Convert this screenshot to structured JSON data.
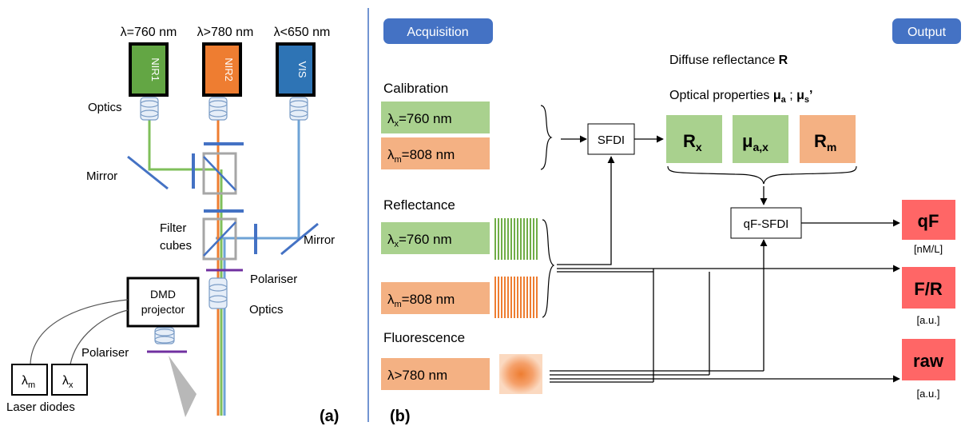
{
  "panel_a": {
    "cameras": [
      {
        "label": "NIR1",
        "wavelength": "λ=760 nm",
        "color": "#63a644"
      },
      {
        "label": "NIR2",
        "wavelength": "λ>780 nm",
        "color": "#ee7d31"
      },
      {
        "label": "VIS",
        "wavelength": "λ<650 nm",
        "color": "#2e74b5"
      }
    ],
    "labels": {
      "optics_top": "Optics",
      "mirror_left": "Mirror",
      "filter_cubes_1": "Filter",
      "filter_cubes_2": "cubes",
      "mirror_right": "Mirror",
      "polariser_1": "Polariser",
      "optics_bottom": "Optics",
      "dmd_1": "DMD",
      "dmd_2": "projector",
      "polariser_2": "Polariser",
      "laser_m": "λm",
      "laser_x": "λx",
      "laser_diodes": "Laser diodes",
      "panel_tag": "(a)"
    }
  },
  "panel_b": {
    "acquisition_badge": "Acquisition",
    "output_badge": "Output",
    "panel_tag": "(b)",
    "colors": {
      "badge": "#4472c4",
      "green": "#a9d18e",
      "orange": "#f4b183",
      "red": "#ff6666"
    },
    "sections": {
      "calibration": "Calibration",
      "reflectance": "Reflectance",
      "fluorescence": "Fluorescence"
    },
    "boxes": {
      "cal_x": {
        "base": "λ",
        "sub": "x",
        "rest": "=760 nm"
      },
      "cal_m": {
        "base": "λ",
        "sub": "m",
        "rest": "=808 nm"
      },
      "ref_x": {
        "base": "λ",
        "sub": "x",
        "rest": "=760 nm"
      },
      "ref_m": {
        "base": "λ",
        "sub": "m",
        "rest": "=808 nm"
      },
      "fluo": "λ>780 nm"
    },
    "diffuse_title": {
      "text": "Diffuse reflectance ",
      "bold": "R"
    },
    "optical_title": {
      "text": "Optical properties ",
      "mua": "μ",
      "mua_sub": "a",
      "sep": " ; ",
      "mus": "μ",
      "mus_sub": "s",
      "prime": "’"
    },
    "sfdi": "SFDI",
    "qf_sfdi": "qF-SFDI",
    "results": {
      "rx": {
        "base": "R",
        "sub": "x"
      },
      "mu": {
        "base": "μ",
        "sub": "a,x"
      },
      "rm": {
        "base": "R",
        "sub": "m"
      }
    },
    "outputs": [
      {
        "label": "qF",
        "unit": "[nM/L]"
      },
      {
        "label": "F/R",
        "unit": "[a.u.]"
      },
      {
        "label": "raw",
        "unit": "[a.u.]"
      }
    ]
  }
}
